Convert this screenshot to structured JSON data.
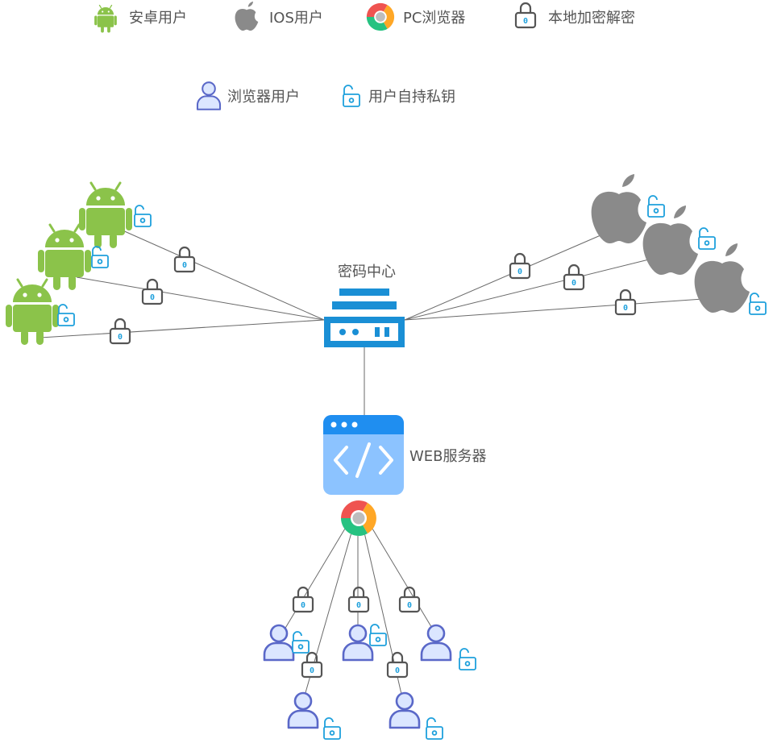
{
  "legend": [
    {
      "icon": "android-icon",
      "label": "安卓用户"
    },
    {
      "icon": "apple-icon",
      "label": "IOS用户"
    },
    {
      "icon": "chrome-icon",
      "label": "PC浏览器"
    },
    {
      "icon": "lock-icon",
      "label": "本地加密解密"
    },
    {
      "icon": "user-icon",
      "label": "浏览器用户"
    },
    {
      "icon": "open-lock-icon",
      "label": "用户自持私钥"
    }
  ],
  "nodes": {
    "password_center": {
      "label": "密码中心",
      "icon": "server-icon"
    },
    "web_server": {
      "label": "WEB服务器",
      "icon": "code-window-icon"
    }
  },
  "lock_digit": "0",
  "colors": {
    "android": "#8bc34a",
    "apple": "#8a8a8a",
    "server": "#1a8fd5",
    "web_top": "#1f8ef0",
    "web_body": "#8cc3ff",
    "user_stroke": "#5a68c8",
    "user_fill": "#dbe6ff",
    "lock_stroke": "#555555",
    "key_blue": "#1ea0dc"
  }
}
